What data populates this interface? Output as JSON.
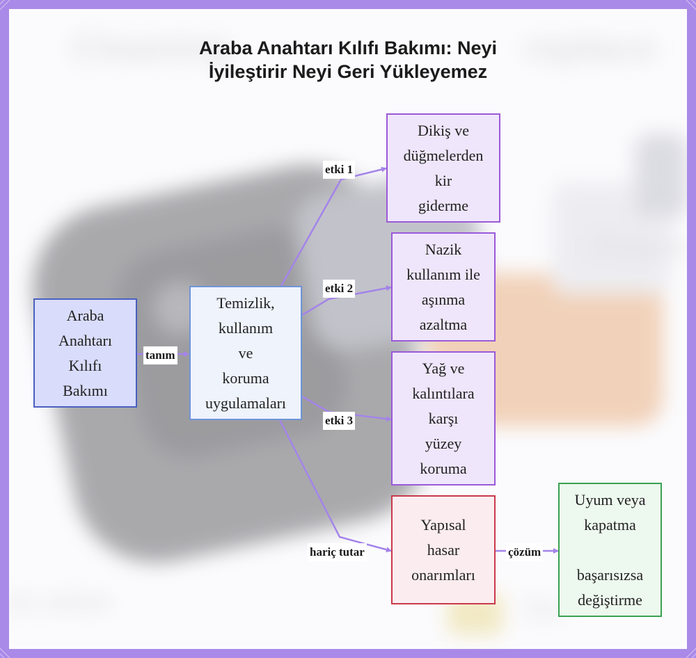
{
  "title": {
    "line1": "Araba Anahtarı Kılıfı Bakımı: Neyi",
    "line2": "İyileştirir Neyi Geri Yükleyemez"
  },
  "background": {
    "watermark_left": "Cleaning",
    "watermark_right": "replace",
    "watermark_proactive": "Proacti",
    "watermark_bottom_left": "ds whilst",
    "watermark_bottom_right": "Co"
  },
  "nodes": {
    "root": "Araba\nAnahtarı\nKılıfı\nBakımı",
    "practices": "Temizlik,\nkullanım\nve\nkoruma\nuygulamaları",
    "effect1": "Dikiş ve\ndüğmelerden\nkir\ngiderme",
    "effect2": "Nazik\nkullanım ile\naşınma\nazaltma",
    "effect3": "Yağ ve\nkalıntılara\nkarşı\nyüzey\nkoruma",
    "structural": "Yapısal\nhasar\nonarımları",
    "solution": "Uyum veya\nkapatma\n\nbaşarısızsa\ndeğiştirme"
  },
  "edges": {
    "definition": "tanım",
    "effect1": "etki 1",
    "effect2": "etki 2",
    "effect3": "etki 3",
    "excludes": "hariç tutar",
    "solution": "çözüm"
  },
  "colors": {
    "frame": "#a98ae8",
    "root_fill": "#d9dcfb",
    "root_border": "#4a5fc1",
    "practices_fill": "#eef3fc",
    "practices_border": "#6f94d8",
    "effect_fill": "#efe6fb",
    "effect_border": "#9b59d9",
    "structural_fill": "#fbecef",
    "structural_border": "#c93a4a",
    "solution_fill": "#edf8ee",
    "solution_border": "#3aa153",
    "edge": "#a484e9"
  }
}
